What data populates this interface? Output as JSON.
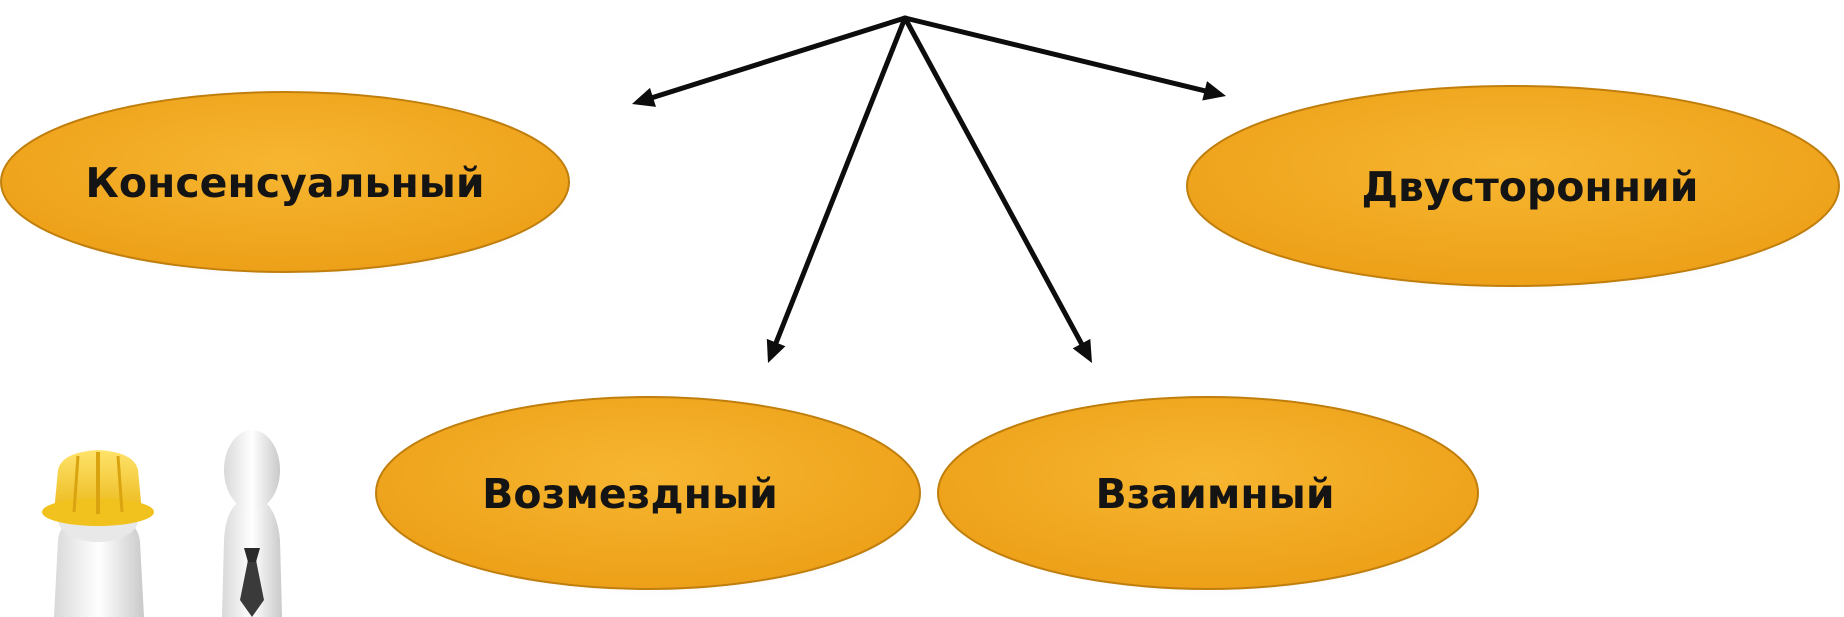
{
  "diagram": {
    "type": "tree",
    "root": {
      "label": ""
    },
    "nodes": [
      {
        "id": "consensual",
        "label": "Консенсуальный"
      },
      {
        "id": "bilateral",
        "label": "Двусторонний"
      },
      {
        "id": "onerous",
        "label": "Возмездный"
      },
      {
        "id": "mutual",
        "label": "Взаимный"
      }
    ],
    "edges": [
      {
        "from": "root",
        "to": "consensual"
      },
      {
        "from": "root",
        "to": "bilateral"
      },
      {
        "from": "root",
        "to": "onerous"
      },
      {
        "from": "root",
        "to": "mutual"
      }
    ]
  },
  "colors": {
    "ellipse_fill": "#F2A820",
    "ellipse_stroke": "#C07E0C",
    "arrow": "#0D0D0D",
    "text": "#141414",
    "helmet": "#F5CC2A"
  },
  "decoration": {
    "icon": "worker-figure-icon"
  }
}
